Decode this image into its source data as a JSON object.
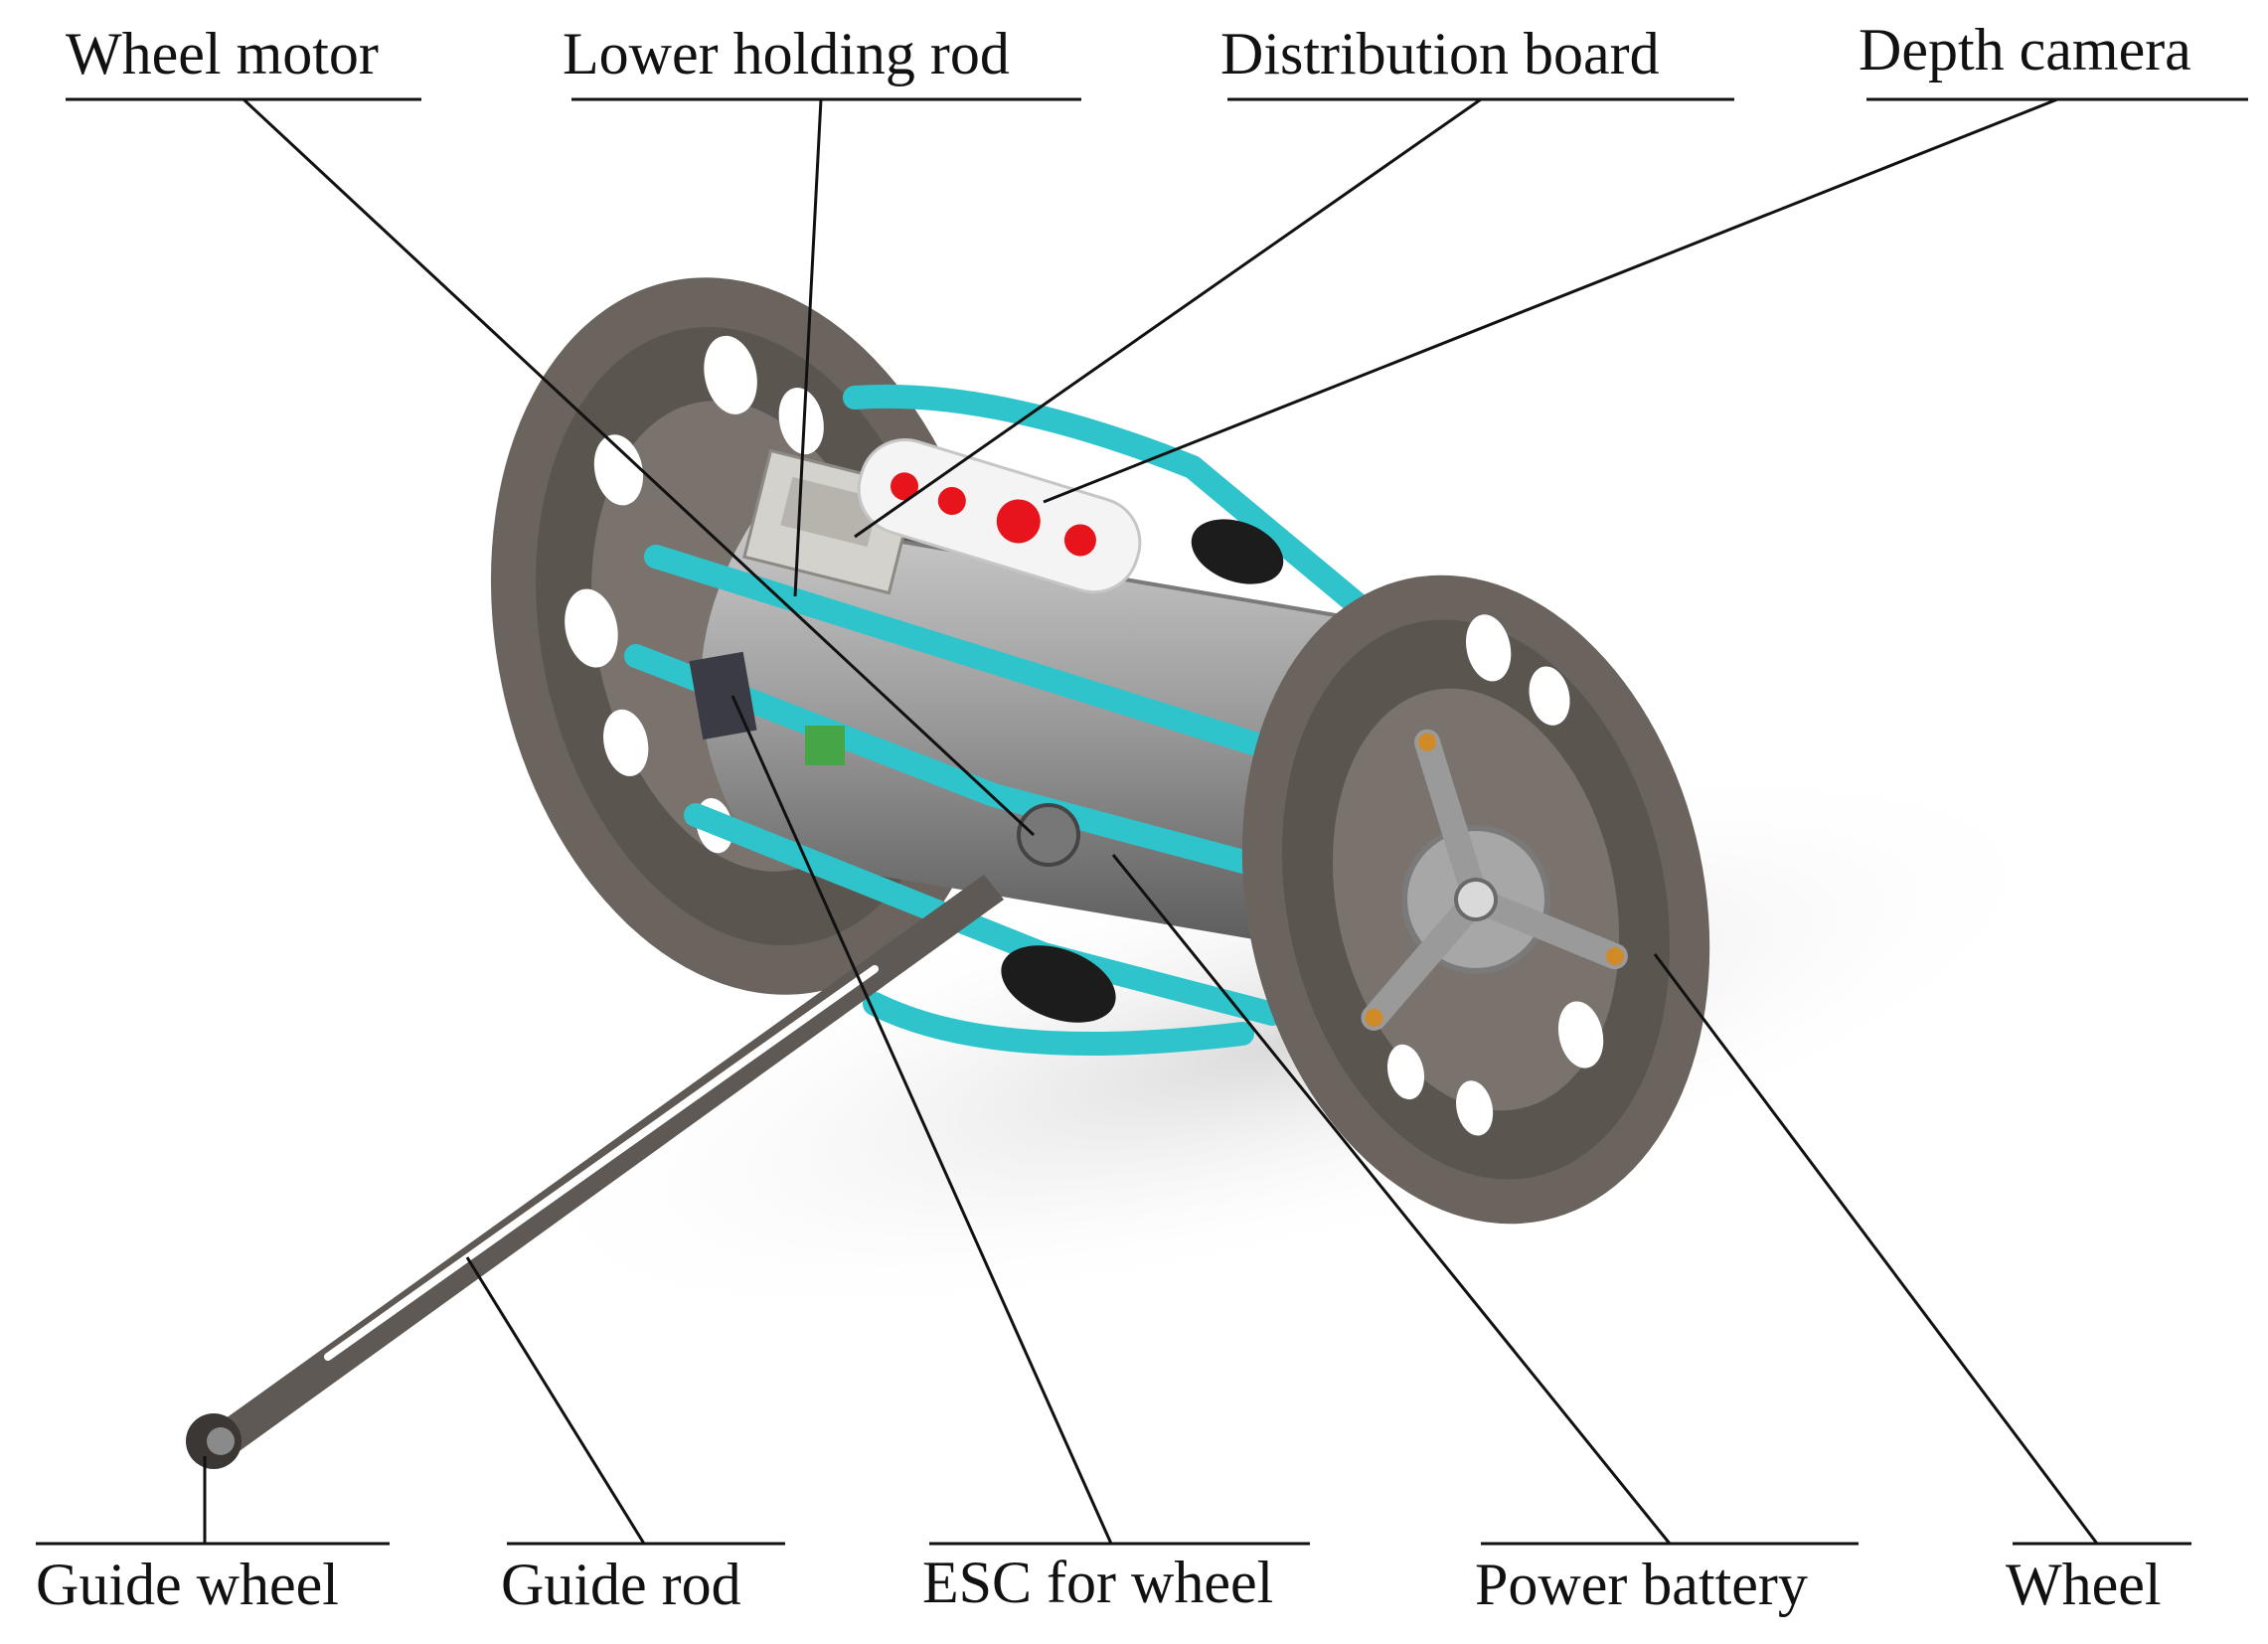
{
  "labels": {
    "wheel_motor": "Wheel motor",
    "lower_holding_rod": "Lower holding rod",
    "distribution_board": "Distribution board",
    "depth_camera": "Depth camera",
    "guide_wheel": "Guide wheel",
    "guide_rod": "Guide rod",
    "esc_for_wheel": "ESC for wheel",
    "power_battery": "Power battery",
    "wheel": "Wheel"
  },
  "colors": {
    "frame": "#2fc4cc",
    "wheel": "#6b645e",
    "body": "#9a9a9a",
    "camera_lens": "#e8141c",
    "leader_line": "#111111"
  }
}
